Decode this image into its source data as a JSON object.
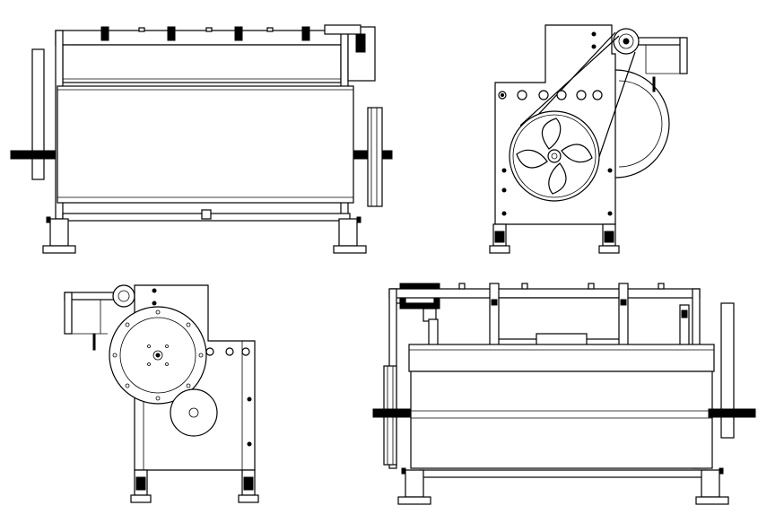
{
  "drawing": {
    "views": [
      {
        "id": "front",
        "description_name": "front-view"
      },
      {
        "id": "right",
        "description_name": "right-side-view"
      },
      {
        "id": "left",
        "description_name": "left-side-view"
      },
      {
        "id": "rear",
        "description_name": "rear-view"
      }
    ],
    "colors": {
      "line": "#000000",
      "background": "#ffffff"
    }
  }
}
